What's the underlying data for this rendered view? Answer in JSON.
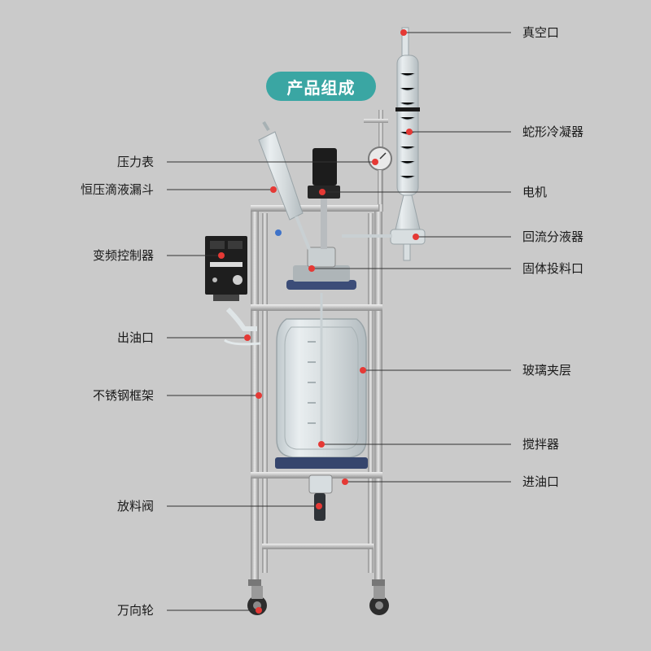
{
  "header": {
    "title": "产品组成"
  },
  "labels_left": [
    {
      "id": "pressure-gauge",
      "text": "压力表"
    },
    {
      "id": "dropping-funnel",
      "text": "恒压滴液漏斗"
    },
    {
      "id": "vfd-controller",
      "text": "变频控制器"
    },
    {
      "id": "oil-outlet",
      "text": "出油口"
    },
    {
      "id": "steel-frame",
      "text": "不锈钢框架"
    },
    {
      "id": "discharge-valve",
      "text": "放料阀"
    },
    {
      "id": "casters",
      "text": "万向轮"
    }
  ],
  "labels_right": [
    {
      "id": "vacuum-port",
      "text": "真空口"
    },
    {
      "id": "coil-condenser",
      "text": "蛇形冷凝器"
    },
    {
      "id": "motor",
      "text": "电机"
    },
    {
      "id": "reflux-divider",
      "text": "回流分液器"
    },
    {
      "id": "solid-feed-port",
      "text": "固体投料口"
    },
    {
      "id": "glass-jacket",
      "text": "玻璃夹层"
    },
    {
      "id": "stirrer",
      "text": "搅拌器"
    },
    {
      "id": "oil-inlet",
      "text": "进油口"
    }
  ],
  "colors": {
    "accent": "#3aa6a3",
    "marker": "#e53935",
    "leader": "#333333",
    "background": "#cacaca"
  }
}
